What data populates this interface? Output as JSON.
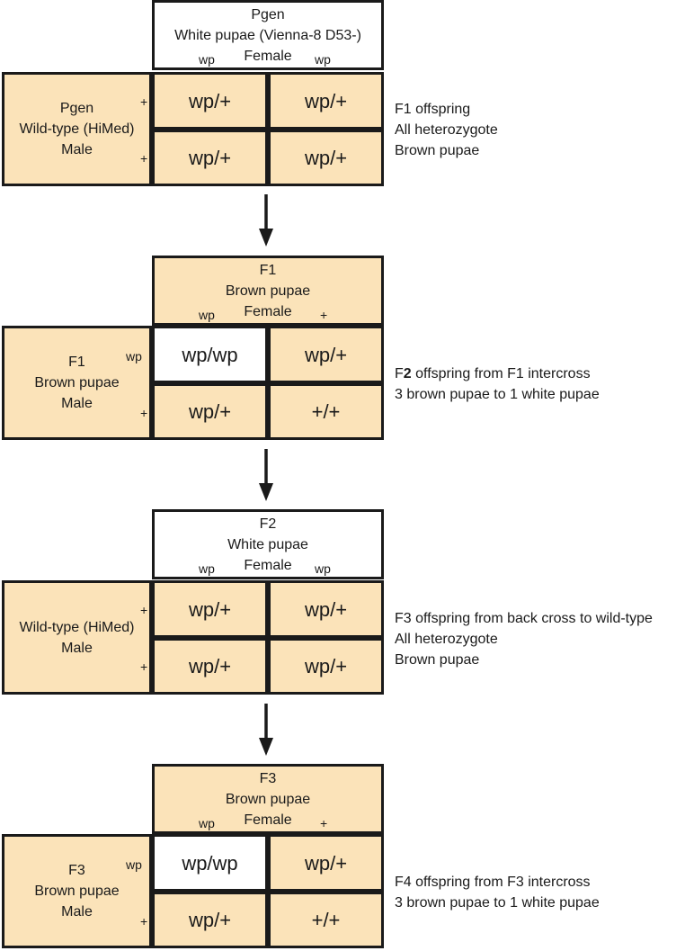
{
  "colors": {
    "tan": "#fbe3b9",
    "white": "#ffffff",
    "border": "#1a1a1a"
  },
  "crosses": [
    {
      "female": {
        "lines": [
          "Pgen",
          "White pupae (Vienna-8 D53-)",
          "Female"
        ],
        "fill": "white",
        "alleles": [
          "wp",
          "wp"
        ]
      },
      "male": {
        "lines": [
          "Pgen",
          "Wild-type (HiMed)",
          "Male"
        ],
        "alleles": [
          "+",
          "+"
        ]
      },
      "cells": [
        {
          "text": "wp/+",
          "fill": "tan"
        },
        {
          "text": "wp/+",
          "fill": "tan"
        },
        {
          "text": "wp/+",
          "fill": "tan"
        },
        {
          "text": "wp/+",
          "fill": "tan"
        }
      ],
      "note": {
        "lines": [
          [
            "F1 offspring"
          ],
          [
            "All heterozygote"
          ],
          [
            "Brown pupae"
          ]
        ]
      }
    },
    {
      "female": {
        "lines": [
          "F1",
          "Brown pupae",
          "Female"
        ],
        "fill": "tan",
        "alleles": [
          "wp",
          "+"
        ]
      },
      "male": {
        "lines": [
          "F1",
          "Brown pupae",
          "Male"
        ],
        "alleles": [
          "wp",
          "+"
        ]
      },
      "cells": [
        {
          "text": "wp/wp",
          "fill": "white"
        },
        {
          "text": "wp/+",
          "fill": "tan"
        },
        {
          "text": "wp/+",
          "fill": "tan"
        },
        {
          "text": "+/+",
          "fill": "tan"
        }
      ],
      "note": {
        "lines": [
          [
            "F",
            "2",
            " offspring from F1 intercross"
          ],
          [
            "3 brown pupae to 1 white pupae"
          ]
        ]
      }
    },
    {
      "female": {
        "lines": [
          "F2",
          "White pupae",
          "Female"
        ],
        "fill": "white",
        "alleles": [
          "wp",
          "wp"
        ]
      },
      "male": {
        "lines": [
          "Wild-type (HiMed)",
          "Male"
        ],
        "alleles": [
          "+",
          "+"
        ]
      },
      "cells": [
        {
          "text": "wp/+",
          "fill": "tan"
        },
        {
          "text": "wp/+",
          "fill": "tan"
        },
        {
          "text": "wp/+",
          "fill": "tan"
        },
        {
          "text": "wp/+",
          "fill": "tan"
        }
      ],
      "note": {
        "lines": [
          [
            "F3 offspring from back cross to wild-type"
          ],
          [
            "All heterozygote"
          ],
          [
            "Brown pupae"
          ]
        ]
      }
    },
    {
      "female": {
        "lines": [
          "F3",
          "Brown pupae",
          "Female"
        ],
        "fill": "tan",
        "alleles": [
          "wp",
          "+"
        ]
      },
      "male": {
        "lines": [
          "F3",
          "Brown pupae",
          "Male"
        ],
        "alleles": [
          "wp",
          "+"
        ]
      },
      "cells": [
        {
          "text": "wp/wp",
          "fill": "white"
        },
        {
          "text": "wp/+",
          "fill": "tan"
        },
        {
          "text": "wp/+",
          "fill": "tan"
        },
        {
          "text": "+/+",
          "fill": "tan"
        }
      ],
      "note": {
        "lines": [
          [
            "F4 offspring from F3 intercross"
          ],
          [
            "3 brown pupae to 1 white pupae"
          ]
        ]
      }
    }
  ]
}
